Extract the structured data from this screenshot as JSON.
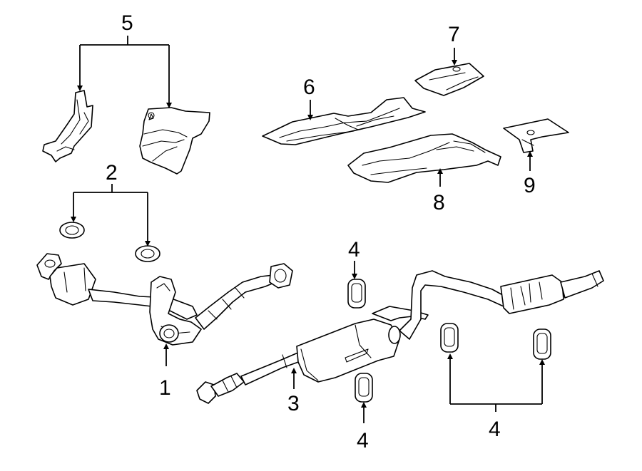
{
  "callouts": [
    {
      "id": "5",
      "text": "5"
    },
    {
      "id": "7",
      "text": "7"
    },
    {
      "id": "6",
      "text": "6"
    },
    {
      "id": "2",
      "text": "2"
    },
    {
      "id": "9",
      "text": "9"
    },
    {
      "id": "8",
      "text": "8"
    },
    {
      "id": "4a",
      "text": "4"
    },
    {
      "id": "1",
      "text": "1"
    },
    {
      "id": "3",
      "text": "3"
    },
    {
      "id": "4b",
      "text": "4"
    },
    {
      "id": "4c",
      "text": "4"
    }
  ],
  "parts": [
    "heat-shield-left",
    "heat-shield-right",
    "gasket-left",
    "gasket-right",
    "floor-heat-shield-front",
    "small-heat-shield-top",
    "floor-heat-shield-rear",
    "bracket-heat-shield",
    "catalytic-converter-y-pipe",
    "muffler-tailpipe-assembly",
    "hanger-insulator"
  ]
}
